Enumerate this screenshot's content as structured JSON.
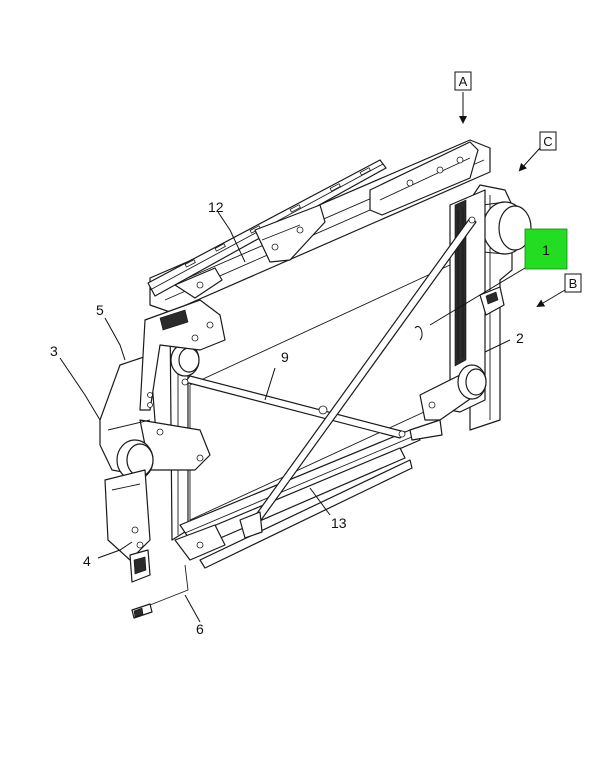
{
  "highlight_color": "#22dd22",
  "view_labels": {
    "a": "A",
    "b": "B",
    "c": "C"
  },
  "callouts": {
    "c1": "1",
    "c2": "2",
    "c3": "3",
    "c4": "4",
    "c5": "5",
    "c6": "6",
    "c9": "9",
    "c12": "12",
    "c13": "13"
  }
}
